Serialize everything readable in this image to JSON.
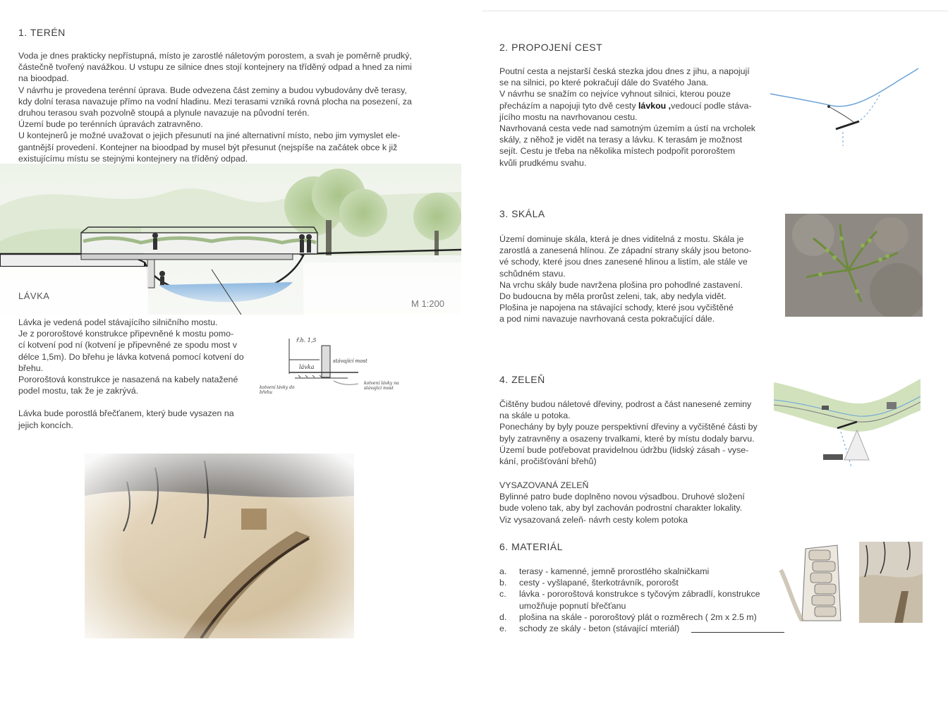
{
  "left": {
    "teren": {
      "heading": "1. TERÉN",
      "lines": [
        "Voda je dnes prakticky nepřístupná, místo je zarostlé náletovým porostem, a svah je poměrně prudký,",
        "částečně tvořený navážkou. U vstupu ze silnice dnes stojí kontejnery na tříděný odpad a hned za nimi",
        "na bioodpad.",
        "V návrhu je provedena terénní úprava. Bude odvezena část zeminy a budou vybudovány dvě terasy,",
        "kdy dolní terasa navazuje přímo na vodní hladinu. Mezi terasami vzniká rovná plocha na posezení, za",
        "druhou terasou svah pozvolně stoupá a plynule navazuje na původní terén.",
        "Území bude po terénních úpravách zatravněno.",
        "U kontejnerů je možné uvažovat o jejich přesunutí na jiné alternativní místo, nebo jim vymyslet ele-",
        "gantnější provedení. Kontejner na bioodpad by musel být přesunut (nejspíše na začátek obce k již",
        "existujícímu místu se stejnými kontejnery na tříděný odpad."
      ]
    },
    "section_drawing": {
      "label": "LÁVKA",
      "scale": "M 1:200"
    },
    "lavka": {
      "lines": [
        "Lávka je vedená podel stávajícího silničního mostu.",
        "Je z pororoštové konstrukce připevněné k mostu pomo-",
        "cí kotvení pod ní (kotvení je připevněné ze spodu most v",
        "délce 1,5m). Do břehu je lávka kotvená pomocí kotvení do",
        "břehu.",
        "Pororoštová konstrukce je nasazená na kabely natažené",
        "podel mostu, tak že je zakrývá.",
        "",
        "Lávka bude porostlá břečťanem, který bude vysazen na",
        "jejich koncích."
      ]
    },
    "sketch_notes": {
      "n1": "ř.h. 1,5",
      "n2": "lávka",
      "n3": "stávající most",
      "n4": "kotvení lávky do břehu",
      "n5": "kotvení lávky na stávající most"
    }
  },
  "right": {
    "propojeni": {
      "heading": "2. PROPOJENÍ CEST",
      "line1": "Poutní cesta a nejstarší česká stezka jdou dnes z jihu, a napojují",
      "line2": "se na silnici, po které pokračují dále do Svatého Jana.",
      "line3": "V návrhu se snažím co nejvíce vyhnout silnici, kterou pouze",
      "line4_pre": "přecházím a  napojuji tyto dvě cesty ",
      "line4_bold": "lávkou ,",
      "line4_post": "vedoucí podle stáva-",
      "line5": "jícího mostu na navrhovanou cestu.",
      "line6": "Navrhovaná cesta vede nad samotným územím a ústí na vrcholek",
      "line7": "skály, z něhož je vidět na terasy a lávku. K terasám je možnost",
      "line8": "sejít. Cestu je třeba na několika místech podpořit pororoštem",
      "line9": "kvůli prudkému svahu."
    },
    "skala": {
      "heading": "3. SKÁLA",
      "lines": [
        "Území dominuje skála, která je dnes viditelná z mostu. Skála je",
        "zarostlá a zanesená hlínou. Ze západní strany skály jsou betono-",
        "vé schody, které jsou dnes zanesené hlinou a listím, ale stále ve",
        "schůdném stavu.",
        "Na vrchu skály bude navržena plošina  pro pohodlné zastavení.",
        "Do budoucna by měla prorůst zeleni, tak, aby nedyla vidět.",
        "Plošina je napojena na stávající schody, které jsou vyčištěné",
        "a pod nimi navazuje navrhovaná cesta pokračující dále."
      ]
    },
    "zelen": {
      "heading": "4.  ZELEŇ",
      "lines": [
        "Čištěny budou náletové dřeviny, podrost a část nanesené zeminy",
        "na skále u potoka.",
        "Ponechány by byly pouze perspektivní dřeviny a vyčištěné části by",
        "byly zatravněny a osazeny trvalkami, které by místu dodaly barvu.",
        "Území bude potřebovat pravidelnou údržbu (lidský zásah - vyse-",
        "kání, pročišťování břehů)"
      ],
      "subheading": "VYSAZOVANÁ ZELEŇ",
      "sublines": [
        "Bylinné patro bude doplněno novou výsadbou. Druhové složení",
        "bude voleno tak, aby byl zachován podrostní charakter lokality.",
        "Viz vysazovaná zeleň- návrh cesty kolem potoka"
      ]
    },
    "material": {
      "heading": "6. MATERIÁL",
      "items": [
        {
          "letter": "a.",
          "text": "terasy - kamenné, jemně  prorostlého skalničkami"
        },
        {
          "letter": "b.",
          "text": "cesty - vyšlapané, šterkotrávník, pororošt"
        },
        {
          "letter": "c.",
          "text": "lávka - pororoštová konstrukce s tyčovým zábradlí, konstrukce\numožňuje popnutí břečťanu"
        },
        {
          "letter": "d.",
          "text": "plošina na skále - pororoštový plát o rozměrech ( 2m x 2.5 m)"
        },
        {
          "letter": "e.",
          "text": "schody ze skály - beton (stávající mteriál)"
        }
      ]
    }
  },
  "colors": {
    "text": "#404040",
    "water": "#6aa3d8",
    "greenery": "#9ab77a",
    "sand": "#d9c7a7"
  }
}
